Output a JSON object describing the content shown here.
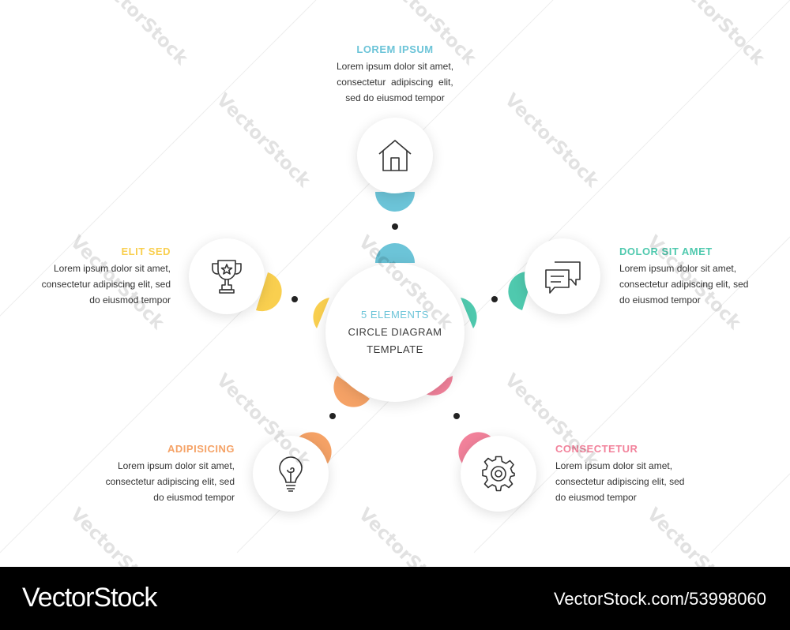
{
  "center": {
    "line1": "5 ELEMENTS",
    "line2": "CIRCLE DIAGRAM",
    "line3": "TEMPLATE"
  },
  "colors": {
    "blue": "#6cc4d8",
    "teal": "#4fc9ae",
    "pink": "#f2829b",
    "orange": "#f5a266",
    "yellow": "#f9cf4f",
    "dot": "#222222"
  },
  "elements": [
    {
      "key": "top",
      "title": "LOREM IPSUM",
      "color": "#6cc4d8",
      "icon": "house-icon",
      "desc": [
        "Lorem ipsum dolor sit amet,",
        "consectetur  adipiscing  elit,",
        "sed do eiusmod tempor"
      ]
    },
    {
      "key": "right",
      "title": "DOLOR SIT AMET",
      "color": "#4fc9ae",
      "icon": "chat-bubbles-icon",
      "desc": [
        "Lorem ipsum dolor sit amet,",
        "consectetur adipiscing elit, sed",
        "do eiusmod tempor"
      ]
    },
    {
      "key": "bottom-right",
      "title": "CONSECTETUR",
      "color": "#f2829b",
      "icon": "gear-icon",
      "desc": [
        "Lorem ipsum dolor sit amet,",
        "consectetur adipiscing elit, sed",
        "do eiusmod tempor"
      ]
    },
    {
      "key": "bottom-left",
      "title": "ADIPISICING",
      "color": "#f5a266",
      "icon": "lightbulb-icon",
      "desc": [
        "Lorem ipsum dolor sit amet,",
        "consectetur adipiscing elit, sed",
        "do eiusmod tempor"
      ]
    },
    {
      "key": "left",
      "title": "ELIT SED",
      "color": "#f9cf4f",
      "icon": "trophy-icon",
      "desc": [
        "Lorem ipsum dolor sit amet,",
        "consectetur adipiscing elit, sed",
        "do eiusmod tempor"
      ]
    }
  ],
  "watermark": {
    "text": "VectorStock"
  },
  "footer": {
    "brand": "VectorStock",
    "image_id": "VectorStock.com/53998060"
  }
}
